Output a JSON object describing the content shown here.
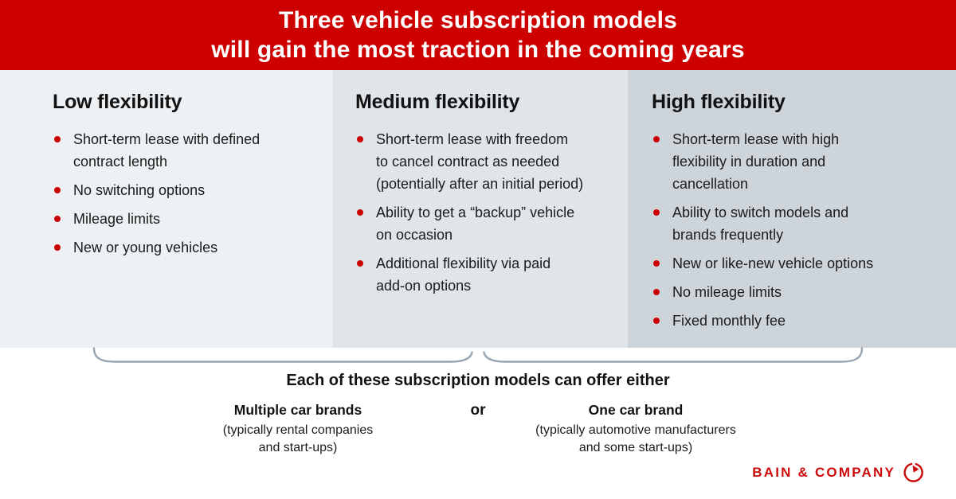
{
  "banner": {
    "title_line1": "Three vehicle subscription models",
    "title_line2": "will gain the most traction in the coming years"
  },
  "columns": [
    {
      "heading": "Low flexibility",
      "bullets": [
        "Short-term lease with defined\ncontract length",
        "No switching options",
        "Mileage limits",
        "New or young vehicles"
      ]
    },
    {
      "heading": "Medium flexibility",
      "bullets": [
        "Short-term lease with freedom\nto cancel contract as needed\n(potentially after an initial period)",
        "Ability to get a “backup” vehicle\non occasion",
        "Additional flexibility via paid\nadd-on options"
      ]
    },
    {
      "heading": "High flexibility",
      "bullets": [
        "Short-term lease with high\nflexibility in duration and\ncancellation",
        "Ability to switch models and\nbrands frequently",
        "New or like-new vehicle options",
        "No mileage limits",
        "Fixed monthly fee"
      ]
    }
  ],
  "footer": {
    "lead": "Each of these subscription models can offer either",
    "option_left": {
      "title": "Multiple car brands",
      "subtitle": "(typically rental companies\nand start-ups)"
    },
    "or_label": "or",
    "option_right": {
      "title": "One car brand",
      "subtitle": "(typically automotive manufacturers\nand some start-ups)"
    }
  },
  "brand": {
    "logo_text": "BAIN & COMPANY"
  },
  "colors": {
    "banner_red": "#CC0100",
    "bullet_red": "#CC0000",
    "brand_red": "#CC0A0A",
    "col_low_bg": "#EDF1F4",
    "col_medium_bg": "#E0E5E9",
    "col_high_bg": "#CDD5DB",
    "brace_stroke": "#97A5B2",
    "text_dark": "#1b1b1b"
  }
}
